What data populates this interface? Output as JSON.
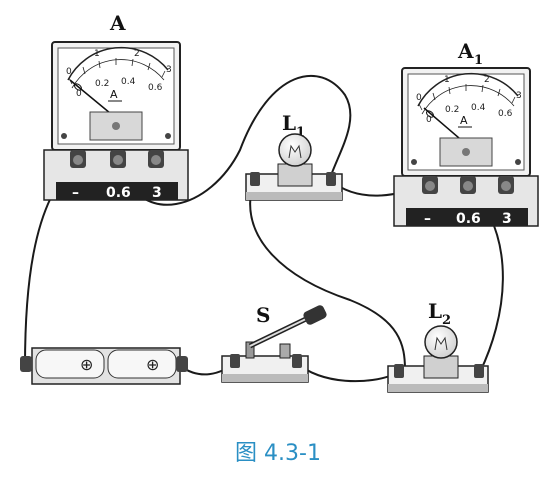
{
  "ammeter_main": {
    "label": "A",
    "scale_top": [
      "0",
      "1",
      "2",
      "3"
    ],
    "scale_bottom": [
      "0",
      "0.2",
      "0.4",
      "0.6"
    ],
    "unit": "A",
    "terminals": [
      "–",
      "0.6",
      "3"
    ]
  },
  "ammeter_branch": {
    "label": "A",
    "label_sub": "1",
    "scale_top": [
      "0",
      "1",
      "2",
      "3"
    ],
    "scale_bottom": [
      "0",
      "0.2",
      "0.4",
      "0.6"
    ],
    "unit": "A",
    "terminals": [
      "–",
      "0.6",
      "3"
    ]
  },
  "lamp1": {
    "label": "L",
    "label_sub": "1"
  },
  "lamp2": {
    "label": "L",
    "label_sub": "2"
  },
  "switch": {
    "label": "S"
  },
  "battery": {
    "marks": [
      "⊕",
      "⊕"
    ]
  },
  "caption": "图 4.3-1"
}
